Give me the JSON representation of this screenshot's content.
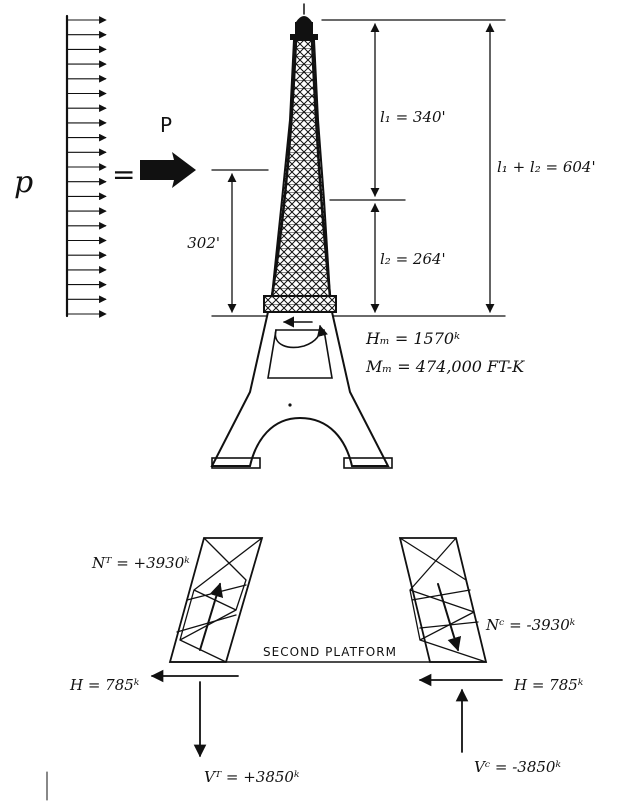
{
  "load": {
    "p_label": "p",
    "equals": "=",
    "P_label": "P"
  },
  "dims": {
    "h302": "302'",
    "l1": "l₁ = 340'",
    "l2": "l₂ = 264'",
    "sum": "l₁ + l₂ = 604'"
  },
  "base": {
    "Hm": "Hₘ = 1570ᵏ",
    "Mm": "Mₘ = 474,000 FT-K"
  },
  "platform": {
    "title": "SECOND PLATFORM",
    "NT": "Nᵀ = +3930ᵏ",
    "NC": "Nᶜ = -3930ᵏ",
    "H_left": "H = 785ᵏ",
    "H_right": "H = 785ᵏ",
    "VT": "Vᵀ = +3850ᵏ",
    "VC": "Vᶜ = -3850ᵏ"
  }
}
